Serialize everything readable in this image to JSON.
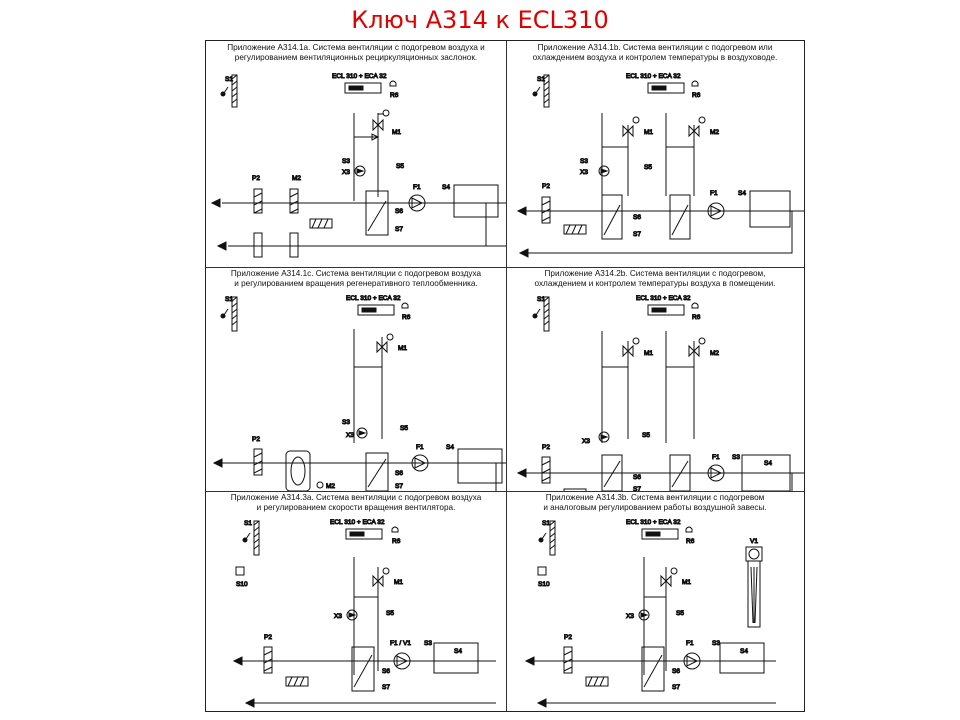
{
  "title": "Ключ A314 к ECL310",
  "panels": {
    "p1a": {
      "title_lines": [
        "Приложение А314.1а. Система вентиляции с подогревом воздуха и",
        "регулированием вентиляционных рециркуляционных заслонок."
      ],
      "controller": "ECL 310 + ECA 32",
      "labels": {
        "s1": "S1",
        "r6": "R6",
        "m1": "M1",
        "s3": "S3",
        "x3": "X3",
        "s5": "S5",
        "p2": "P2",
        "m2": "M2",
        "f1": "F1",
        "s4": "S4",
        "s6": "S6",
        "s7": "S7"
      }
    },
    "p1b": {
      "title_lines": [
        "Приложение А314.1b. Система вентиляции с подогревом или",
        "охлаждением воздуха и контролем температуры в воздуховоде."
      ],
      "controller": "ECL 310 + ECA 32",
      "labels": {
        "s1": "S1",
        "r6": "R6",
        "m1": "M1",
        "m2": "M2",
        "s3": "S3",
        "x3": "X3",
        "s5": "S5",
        "p2": "P2",
        "f1": "F1",
        "s4": "S4",
        "s6": "S6",
        "s7": "S7"
      }
    },
    "p1c": {
      "title_lines": [
        "Приложение А314.1с. Система вентиляции с подогревом воздуха",
        "и регулированием вращения регенеративного теплообменника."
      ],
      "controller": "ECL 310 + ECA 32",
      "labels": {
        "s1": "S1",
        "r6": "R6",
        "m1": "M1",
        "s3": "S3",
        "x3": "X3",
        "s5": "S5",
        "p2": "P2",
        "m2": "M2",
        "f1": "F1",
        "s4": "S4",
        "s6": "S6",
        "s7": "S7"
      }
    },
    "p2b": {
      "title_lines": [
        "Приложение А314.2b. Система вентиляции с подогревом,",
        "охлаждением и контролем температуры воздуха в помещении."
      ],
      "controller": "ECL 310 + ECA 32",
      "labels": {
        "s1": "S1",
        "r6": "R6",
        "m1": "M1",
        "m2": "M2",
        "x3": "X3",
        "s5": "S5",
        "p2": "P2",
        "f1": "F1",
        "s3": "S3",
        "s4": "S4",
        "s6": "S6",
        "s7": "S7"
      }
    },
    "p3a": {
      "title_lines": [
        "Приложение А314.3а. Система вентиляции с подогревом воздуха",
        "и регулированием скорости вращения вентилятора."
      ],
      "controller": "ECL 310 + ECA 32",
      "labels": {
        "s1": "S1",
        "r6": "R6",
        "s10": "S10",
        "m1": "M1",
        "x3": "X3",
        "s5": "S5",
        "p2": "P2",
        "f1": "F1 / V1",
        "s3": "S3",
        "s4": "S4",
        "s6": "S6",
        "s7": "S7"
      }
    },
    "p3b": {
      "title_lines": [
        "Приложение А314.3b. Система вентиляции с подогревом",
        "и аналоговым регулированием работы воздушной завесы."
      ],
      "controller": "ECL 310 + ECA 32",
      "labels": {
        "s1": "S1",
        "r6": "R6",
        "s10": "S10",
        "v1": "V1",
        "m1": "M1",
        "x3": "X3",
        "s5": "S5",
        "p2": "P2",
        "f1": "F1",
        "s3": "S3",
        "s4": "S4",
        "s6": "S6",
        "s7": "S7"
      }
    }
  }
}
